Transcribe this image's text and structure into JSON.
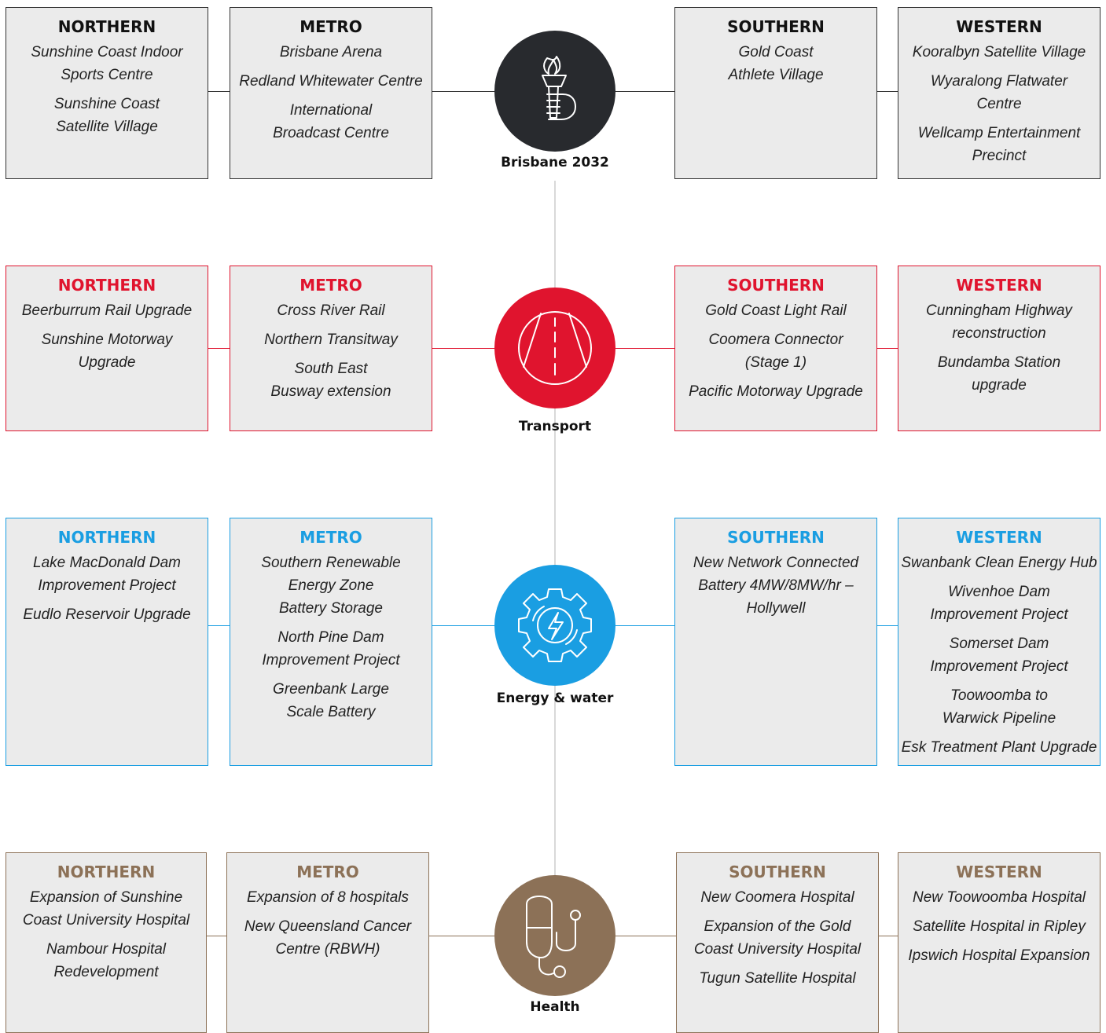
{
  "rows": [
    {
      "id": "brisbane-2032",
      "label": "Brisbane 2032",
      "color": "#282a2e",
      "icon": "torch-icon",
      "boxes": [
        {
          "region": "NORTHERN",
          "items": [
            "Sunshine Coast Indoor\nSports Centre",
            "Sunshine Coast\nSatellite Village"
          ]
        },
        {
          "region": "METRO",
          "items": [
            "Brisbane Arena",
            "Redland Whitewater Centre",
            "International\nBroadcast Centre"
          ]
        },
        {
          "region": "SOUTHERN",
          "items": [
            "Gold Coast\nAthlete Village"
          ]
        },
        {
          "region": "WESTERN",
          "items": [
            "Kooralbyn Satellite Village",
            "Wyaralong Flatwater\nCentre",
            "Wellcamp Entertainment\nPrecinct"
          ]
        }
      ]
    },
    {
      "id": "transport",
      "label": "Transport",
      "color": "#e0142e",
      "icon": "road-icon",
      "boxes": [
        {
          "region": "NORTHERN",
          "items": [
            "Beerburrum Rail Upgrade",
            "Sunshine Motorway\nUpgrade"
          ]
        },
        {
          "region": "METRO",
          "items": [
            "Cross River Rail",
            "Northern Transitway",
            "South East\nBusway extension"
          ]
        },
        {
          "region": "SOUTHERN",
          "items": [
            "Gold Coast Light Rail",
            "Coomera Connector\n(Stage 1)",
            "Pacific Motorway Upgrade"
          ]
        },
        {
          "region": "WESTERN",
          "items": [
            "Cunningham Highway\nreconstruction",
            "Bundamba Station\nupgrade"
          ]
        }
      ]
    },
    {
      "id": "energy-water",
      "label": "Energy & water",
      "color": "#1a9ee2",
      "icon": "gear-lightning-icon",
      "boxes": [
        {
          "region": "NORTHERN",
          "items": [
            "Lake MacDonald Dam\nImprovement Project",
            "Eudlo Reservoir Upgrade"
          ]
        },
        {
          "region": "METRO",
          "items": [
            "Southern Renewable\nEnergy Zone\nBattery Storage",
            "North Pine Dam\nImprovement Project",
            "Greenbank Large\nScale Battery"
          ]
        },
        {
          "region": "SOUTHERN",
          "items": [
            "New Network Connected\nBattery 4MW/8MW/hr –\nHollywell"
          ]
        },
        {
          "region": "WESTERN",
          "items": [
            "Swanbank Clean Energy Hub",
            "Wivenhoe Dam\nImprovement Project",
            "Somerset Dam\nImprovement Project",
            "Toowoomba to\nWarwick Pipeline",
            "Esk Treatment Plant Upgrade"
          ]
        }
      ]
    },
    {
      "id": "health",
      "label": "Health",
      "color": "#8c7157",
      "icon": "stethoscope-icon",
      "boxes": [
        {
          "region": "NORTHERN",
          "items": [
            "Expansion of Sunshine\nCoast University Hospital",
            "Nambour Hospital\nRedevelopment"
          ]
        },
        {
          "region": "METRO",
          "items": [
            "Expansion of 8 hospitals",
            "New Queensland Cancer\nCentre (RBWH)"
          ]
        },
        {
          "region": "SOUTHERN",
          "items": [
            "New Coomera Hospital",
            "Expansion of the Gold\nCoast University Hospital",
            "Tugun Satellite Hospital"
          ]
        },
        {
          "region": "WESTERN",
          "items": [
            "New Toowoomba Hospital",
            "Satellite Hospital in Ripley",
            "Ipswich Hospital Expansion"
          ]
        }
      ]
    }
  ]
}
